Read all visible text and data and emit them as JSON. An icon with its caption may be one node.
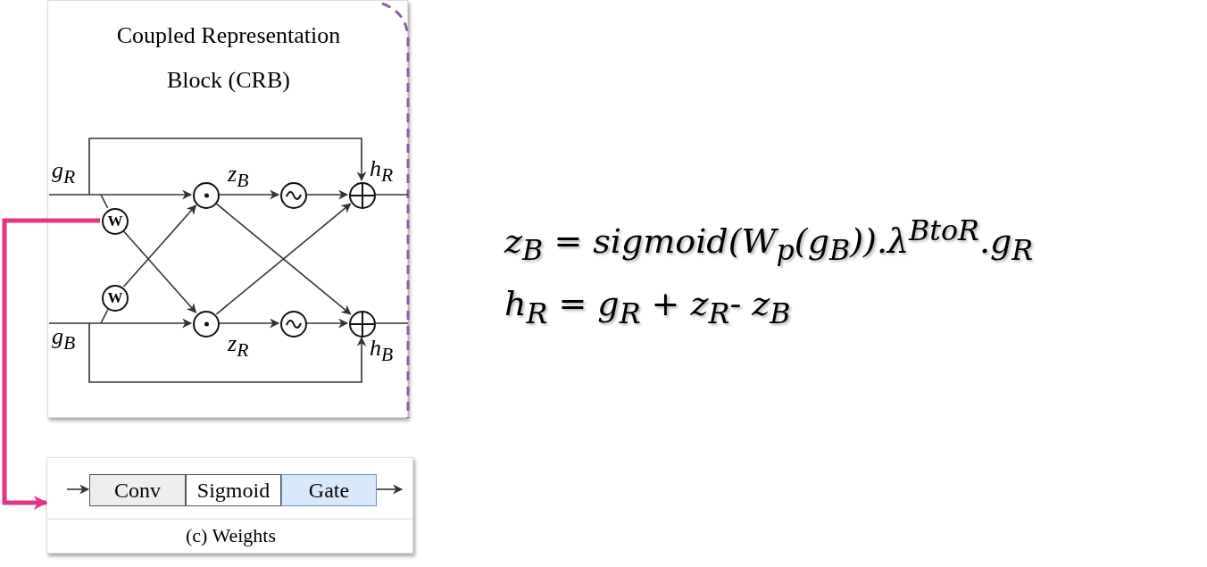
{
  "diagram": {
    "nodes": [
      {
        "text": [
          "Coupled Representation Block (CRB)"
        ]
      },
      {
        "text": [
          "W"
        ],
        "in": 0
      },
      {
        "text": [
          "W"
        ],
        "in": 0
      },
      {
        "text": [],
        "shape": "circle",
        "in": 0,
        "beside": [
          "z$_{B}$"
        ]
      },
      {
        "text": [],
        "shape": "circle",
        "in": 0,
        "beside": [
          "z$_{R}$"
        ]
      },
      {
        "text": [],
        "shape": "circle",
        "in": 0
      },
      {
        "text": [],
        "shape": "circle",
        "in": 0
      },
      {
        "text": [],
        "shape": "circle",
        "in": 0,
        "beside": [
          "h$_{R}$"
        ]
      },
      {
        "text": [],
        "shape": "circle",
        "in": 0,
        "beside": [
          "h$_{B}$"
        ]
      },
      {
        "text": [
          "(c) Weights"
        ]
      },
      {
        "text": [
          "Conv"
        ],
        "in": 9
      },
      {
        "text": [
          "Sigmoid"
        ],
        "in": 9
      },
      {
        "text": [
          "Gate"
        ],
        "in": 9
      }
    ],
    "edges": [
      {
        "from": null,
        "to": 3,
        "arrow": "to"
      },
      {
        "from": null,
        "to": 7,
        "arrow": "to"
      },
      {
        "from": null,
        "to": 1,
        "arrow": "none"
      },
      {
        "from": 1,
        "to": 4,
        "arrow": "to"
      },
      {
        "from": null,
        "to": 4,
        "arrow": "to"
      },
      {
        "from": null,
        "to": 8,
        "arrow": "to"
      },
      {
        "from": null,
        "to": 2,
        "arrow": "none"
      },
      {
        "from": 2,
        "to": 3,
        "arrow": "to"
      },
      {
        "from": 3,
        "to": 5,
        "arrow": "to"
      },
      {
        "from": 4,
        "to": 6,
        "arrow": "to"
      },
      {
        "from": 5,
        "to": 7,
        "arrow": "to"
      },
      {
        "from": 6,
        "to": 8,
        "arrow": "to"
      },
      {
        "from": 3,
        "to": 8,
        "arrow": "to"
      },
      {
        "from": 4,
        "to": 7,
        "arrow": "to"
      },
      {
        "from": 7,
        "to": null,
        "arrow": "none"
      },
      {
        "from": 8,
        "to": null,
        "arrow": "none"
      },
      {
        "from": 1,
        "to": 9,
        "arrow": "to",
        "style": "thick",
        "color": "#e0368a"
      },
      {
        "from": null,
        "to": 10,
        "arrow": "to"
      },
      {
        "from": 12,
        "to": null,
        "arrow": "to"
      }
    ],
    "labels": [
      "z$_{B}$ = sigmoid(W$_{p}$(g$_{B}$)).λ$^{BtoR}$.g$_{R}$",
      "h$_{R}$  = g$_{R}$ + z$_{R}$- z$_{B}$",
      "g$_{R}$",
      "g$_{B}$"
    ]
  }
}
